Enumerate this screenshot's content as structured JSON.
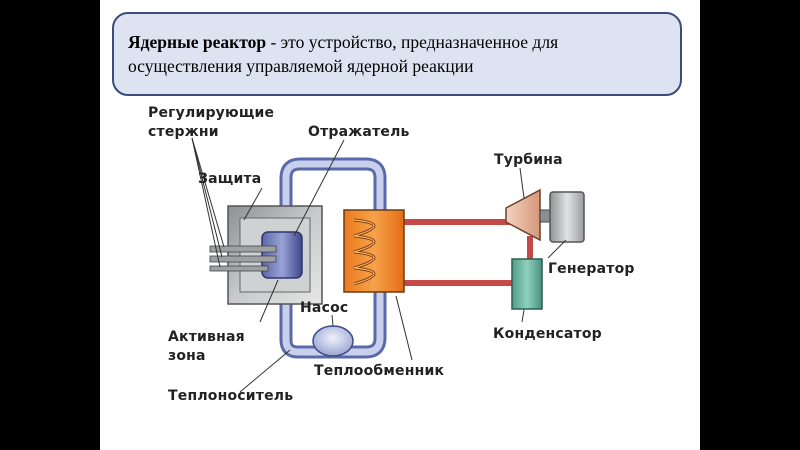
{
  "callout": {
    "term": "Ядерные реактор",
    "definition": " - это устройство, предназначенное для осуществления управляемой ядерной реакции"
  },
  "labels": {
    "control_rods_1": "Регулирующие",
    "control_rods_2": "стержни",
    "reflector": "Отражатель",
    "shield": "Защита",
    "turbine": "Турбина",
    "generator": "Генератор",
    "pump": "Насос",
    "condenser": "Конденсатор",
    "active_zone_1": "Активная",
    "active_zone_2": "зона",
    "heat_exchanger": "Теплообменник",
    "coolant": "Теплоноситель"
  },
  "colors": {
    "pipe_blue": "#aeb9de",
    "pipe_red": "#c44a4a",
    "heat_exchanger": "#f18a2c",
    "turbine": "#e8b498",
    "generator": "#bfc3c5",
    "condenser": "#69b3a0",
    "shield": "#b9bbbd"
  }
}
